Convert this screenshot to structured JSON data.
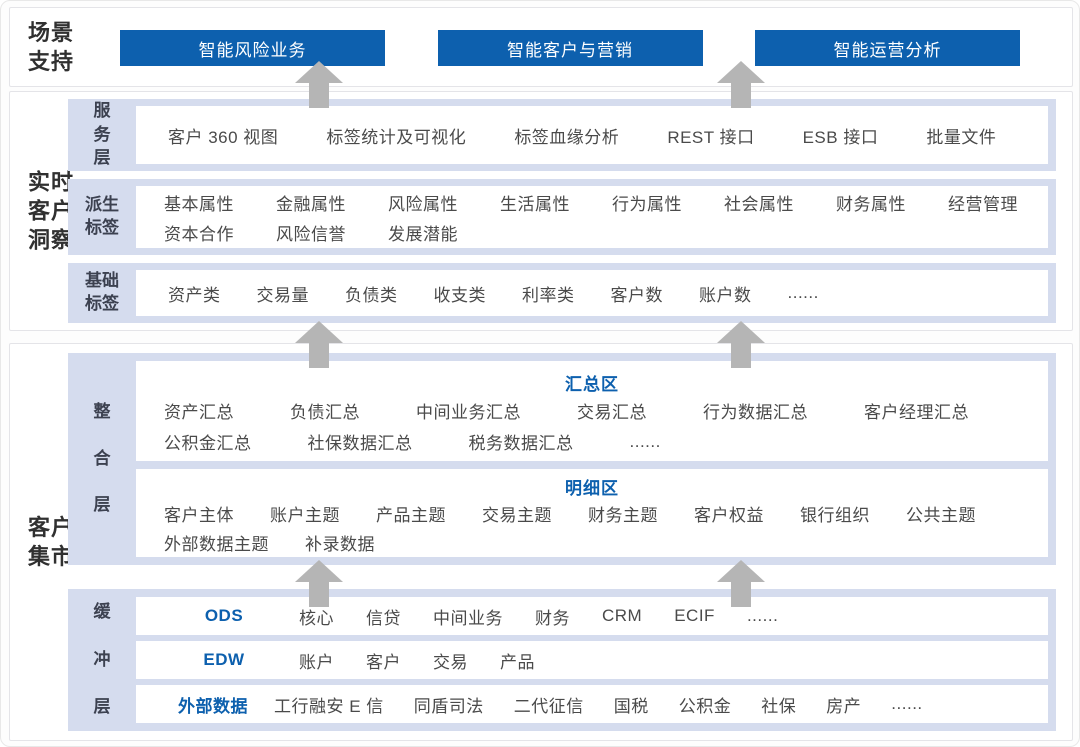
{
  "colors": {
    "accent": "#0d60ae",
    "band": "#d5dcee",
    "arrow": "#b5b5b5",
    "border": "#e4e4e8",
    "ink": "#303030",
    "item": "#4a4a4a",
    "bandlabel": "#3c4150"
  },
  "scenario": {
    "label": "场景\n支持",
    "buttons": [
      "智能风险业务",
      "智能客户与营销",
      "智能运营分析"
    ]
  },
  "insight": {
    "label": "实时\n客户\n洞察",
    "service": {
      "layer_label": "服务层",
      "items": [
        "客户 360 视图",
        "标签统计及可视化",
        "标签血缘分析",
        "REST 接口",
        "ESB 接口",
        "批量文件"
      ]
    },
    "derived": {
      "layer_label": "派生\n标签",
      "row1": [
        "基本属性",
        "金融属性",
        "风险属性",
        "生活属性",
        "行为属性",
        "社会属性",
        "财务属性",
        "经营管理"
      ],
      "row2": [
        "资本合作",
        "风险信誉",
        "发展潜能"
      ]
    },
    "basic": {
      "layer_label": "基础\n标签",
      "items": [
        "资产类",
        "交易量",
        "负债类",
        "收支类",
        "利率类",
        "客户数",
        "账户数",
        "......"
      ]
    }
  },
  "mart": {
    "label": "客户\n集市",
    "integration": {
      "layer_label": "整合层",
      "summary": {
        "title": "汇总区",
        "row1": [
          "资产汇总",
          "负债汇总",
          "中间业务汇总",
          "交易汇总",
          "行为数据汇总",
          "客户经理汇总"
        ],
        "row2": [
          "公积金汇总",
          "社保数据汇总",
          "税务数据汇总",
          "......"
        ]
      },
      "detail": {
        "title": "明细区",
        "row1": [
          "客户主体",
          "账户主题",
          "产品主题",
          "交易主题",
          "财务主题",
          "客户权益",
          "银行组织",
          "公共主题"
        ],
        "row2": [
          "外部数据主题",
          "补录数据"
        ]
      }
    },
    "buffer": {
      "layer_label": "缓冲层",
      "ods": {
        "name": "ODS",
        "items": [
          "核心",
          "信贷",
          "中间业务",
          "财务",
          "CRM",
          "ECIF",
          "......"
        ]
      },
      "edw": {
        "name": "EDW",
        "items": [
          "账户",
          "客户",
          "交易",
          "产品"
        ]
      },
      "external": {
        "name": "外部数据",
        "items": [
          "工行融安 E 信",
          "同盾司法",
          "二代征信",
          "国税",
          "公积金",
          "社保",
          "房产",
          "......"
        ]
      }
    }
  }
}
